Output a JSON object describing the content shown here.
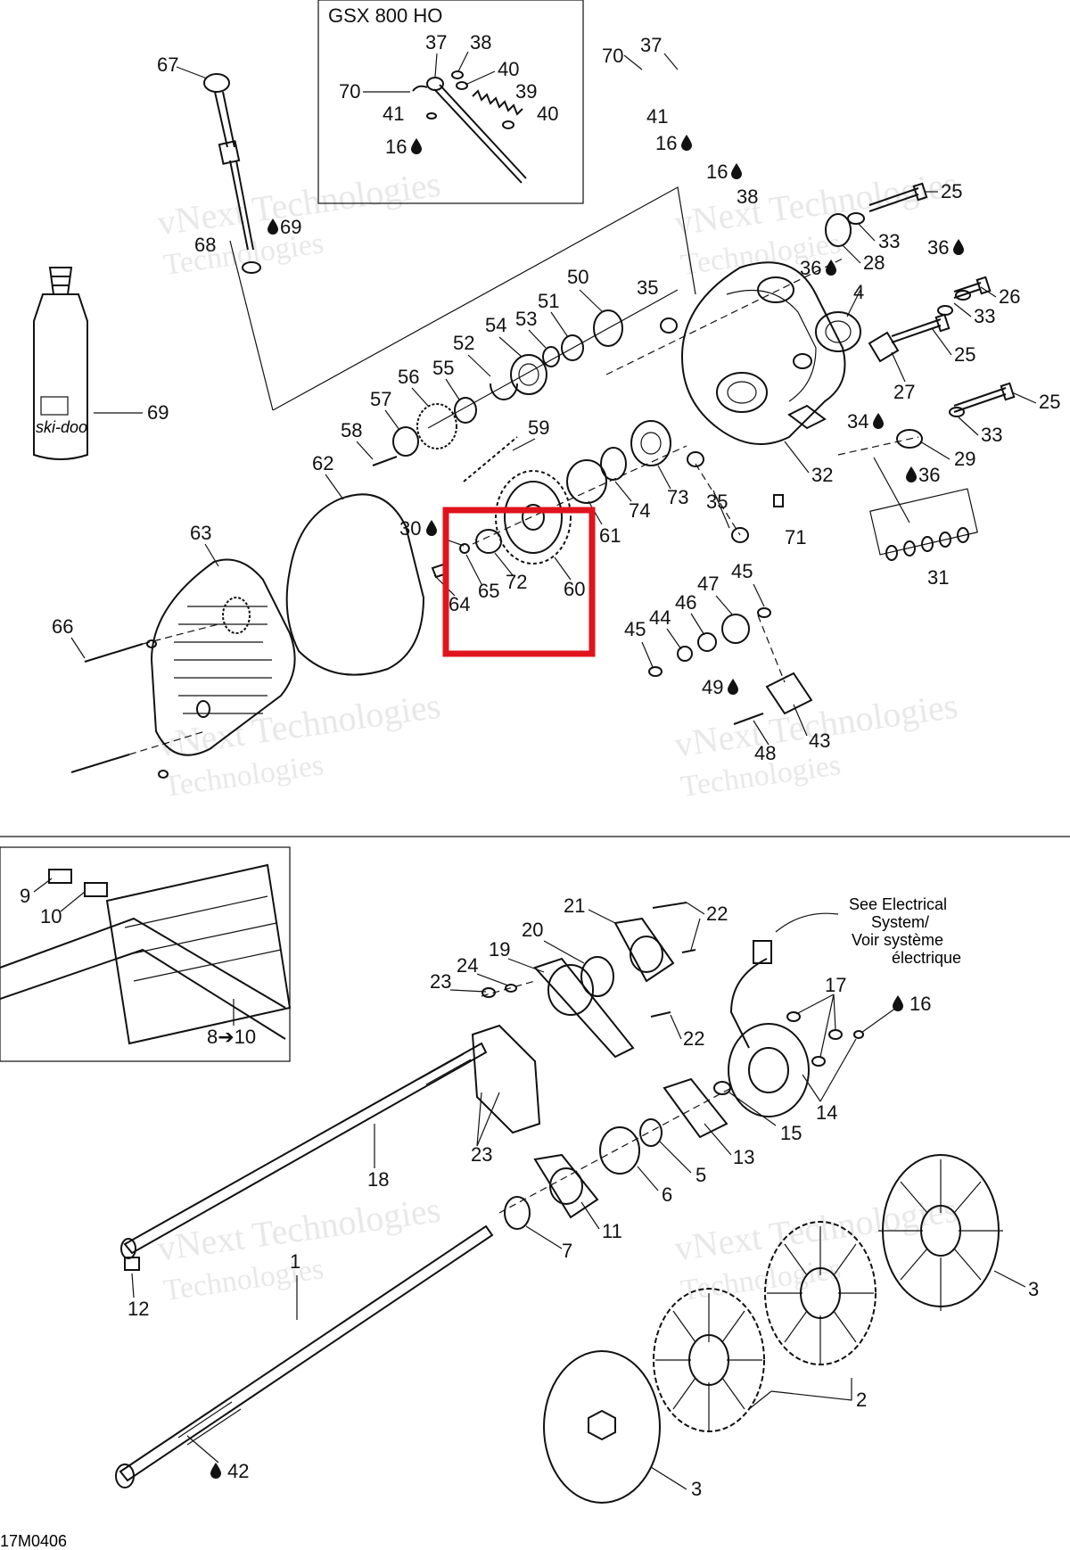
{
  "top_diagram": {
    "inset_title": "GSX 800 HO",
    "inset_labels": [
      "37",
      "38",
      "40",
      "39",
      "40",
      "70",
      "41",
      "16"
    ],
    "labels": [
      "67",
      "70",
      "37",
      "41",
      "16",
      "16",
      "38",
      "25",
      "33",
      "28",
      "36",
      "36",
      "26",
      "33",
      "4",
      "25",
      "27",
      "25",
      "33",
      "34",
      "29",
      "36",
      "32",
      "35",
      "71",
      "50",
      "51",
      "53",
      "54",
      "52",
      "35",
      "56",
      "55",
      "57",
      "58",
      "59",
      "62",
      "63",
      "66",
      "30",
      "61",
      "74",
      "73",
      "64",
      "65",
      "72",
      "60",
      "31",
      "47",
      "45",
      "46",
      "44",
      "45",
      "49",
      "43",
      "48",
      "69",
      "68",
      "69"
    ],
    "highlight_color": "#e0141c"
  },
  "bottom_diagram": {
    "labels": [
      "9",
      "10",
      "21",
      "22",
      "20",
      "19",
      "24",
      "23",
      "22",
      "17",
      "16",
      "14",
      "15",
      "13",
      "5",
      "6",
      "11",
      "7",
      "18",
      "23",
      "1",
      "12",
      "3",
      "2",
      "3",
      "42"
    ],
    "inset_range_label": "8➔10",
    "electrical_note": [
      "See Electrical",
      "System/",
      "Voir système",
      "électrique"
    ]
  },
  "bottle_brand": "ski-doo",
  "watermark": {
    "line1": "vNext Technologies",
    "line2": "Technologies"
  },
  "figure_code": "17M0406"
}
